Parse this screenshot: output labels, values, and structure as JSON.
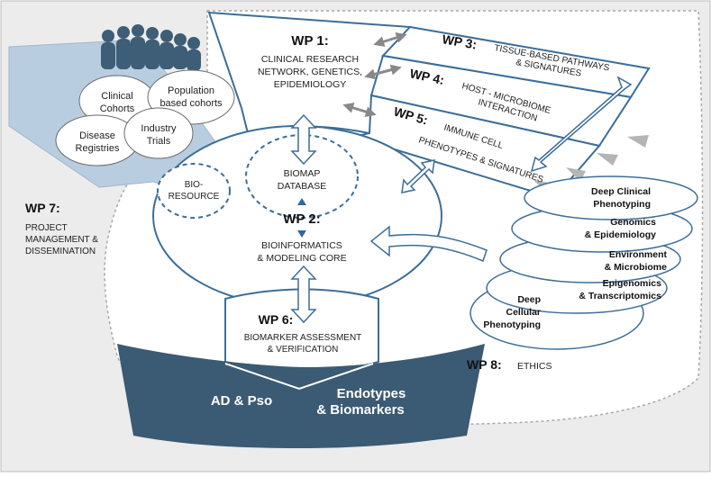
{
  "colors": {
    "page_bg": "#ececec",
    "dark_navy": "#3b5a73",
    "light_blue": "#b9cde0",
    "blue_stroke": "#2c5c8a",
    "gray_arrow": "#9a9a9a"
  },
  "wp1": {
    "num": "WP 1:",
    "lines": [
      "CLINICAL RESEARCH",
      "NETWORK, GENETICS,",
      "EPIDEMIOLOGY"
    ]
  },
  "wp2": {
    "num": "WP 2:",
    "database_lines": [
      "BIOMAP",
      "DATABASE"
    ],
    "core_lines": [
      "BIOINFORMATICS",
      "& MODELING CORE"
    ]
  },
  "wp3": {
    "num": "WP 3:",
    "lines": [
      "TISSUE-BASED PATHWAYS",
      "& SIGNATURES"
    ]
  },
  "wp4": {
    "num": "WP 4:",
    "lines": [
      "HOST - MICROBIOME",
      "INTERACTION"
    ]
  },
  "wp5": {
    "num": "WP 5:",
    "lines": [
      "IMMUNE CELL",
      "PHENOTYPES & SIGNATURES"
    ]
  },
  "wp6": {
    "num": "WP 6:",
    "lines": [
      "BIOMARKER ASSESSMENT",
      "& VERIFICATION"
    ]
  },
  "wp7": {
    "num": "WP 7:",
    "lines": [
      "PROJECT",
      "MANAGEMENT &",
      "DISSEMINATION"
    ]
  },
  "wp8": {
    "num": "WP 8:",
    "label": "ETHICS"
  },
  "bioresource": [
    "BIO-",
    "RESOURCE"
  ],
  "cohorts": {
    "clinical": [
      "Clinical",
      "Cohorts"
    ],
    "population": [
      "Population",
      "based cohorts"
    ],
    "disease": [
      "Disease",
      "Registries"
    ],
    "industry": [
      "Industry",
      "Trials"
    ]
  },
  "data_layers": [
    [
      "Deep Clinical",
      "Phenotyping"
    ],
    [
      "Genomics",
      "& Epidemiology"
    ],
    [
      "Environment",
      "& Microbiome"
    ],
    [
      "Epigenomics",
      "& Transcriptomics"
    ],
    [
      "Deep",
      "Cellular",
      "Phenotyping"
    ]
  ],
  "outputs": {
    "left": "AD & Pso",
    "right": [
      "Endotypes",
      "& Biomarkers"
    ]
  }
}
